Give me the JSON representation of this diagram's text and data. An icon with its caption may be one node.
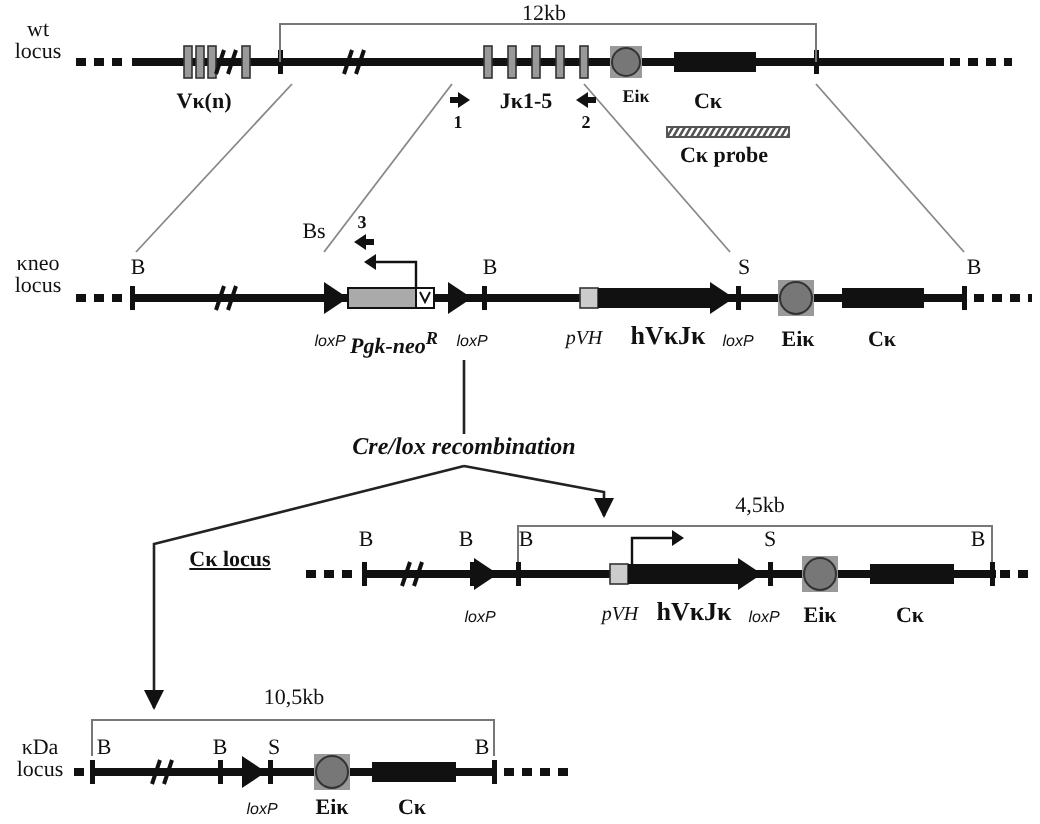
{
  "diagram": {
    "nodes": [
      {
        "text": [],
        "shape": "bar",
        "beside": [
          "wt locus"
        ]
      },
      {
        "text": [],
        "shape": "bar",
        "beside": [
          "κneo locus"
        ]
      },
      {
        "text": [
          "Cre/lox recombination"
        ]
      },
      {
        "text": [],
        "shape": "bar",
        "beside": [
          "Cκ locus"
        ]
      },
      {
        "text": [],
        "shape": "bar",
        "beside": [
          "κDa locus"
        ]
      }
    ],
    "edges": [
      {
        "from": 0,
        "to": 1,
        "arrow": "none"
      },
      {
        "from": 0,
        "to": 1,
        "arrow": "none"
      },
      {
        "from": 0,
        "to": 1,
        "arrow": "none"
      },
      {
        "from": 0,
        "to": 1,
        "arrow": "none"
      },
      {
        "from": 1,
        "to": 2,
        "arrow": "none",
        "color": "#222222"
      },
      {
        "from": 2,
        "to": 3,
        "arrow": "to",
        "color": "#222222"
      },
      {
        "from": 2,
        "to": 4,
        "arrow": "to",
        "color": "#222222"
      }
    ],
    "labels": [
      "12kb",
      "Vκ(n)",
      "1",
      "Jκ1-5",
      "2",
      "Eiκ",
      "Cκ",
      "Cκ probe",
      "B",
      "Bs",
      "3",
      "B",
      "S",
      "B",
      "loxP",
      "Pgk-neo$^{R}$",
      "loxP",
      "pVH",
      "hVκJκ",
      "loxP",
      "Eiκ",
      "Cκ",
      "4,5kb",
      "B",
      "B",
      "B",
      "S",
      "B",
      "loxP",
      "pVH",
      "hVκJκ",
      "loxP",
      "Eiκ",
      "Cκ",
      "10,5kb",
      "B",
      "B",
      "S",
      "B",
      "loxP",
      "Eiκ",
      "Cκ"
    ]
  }
}
